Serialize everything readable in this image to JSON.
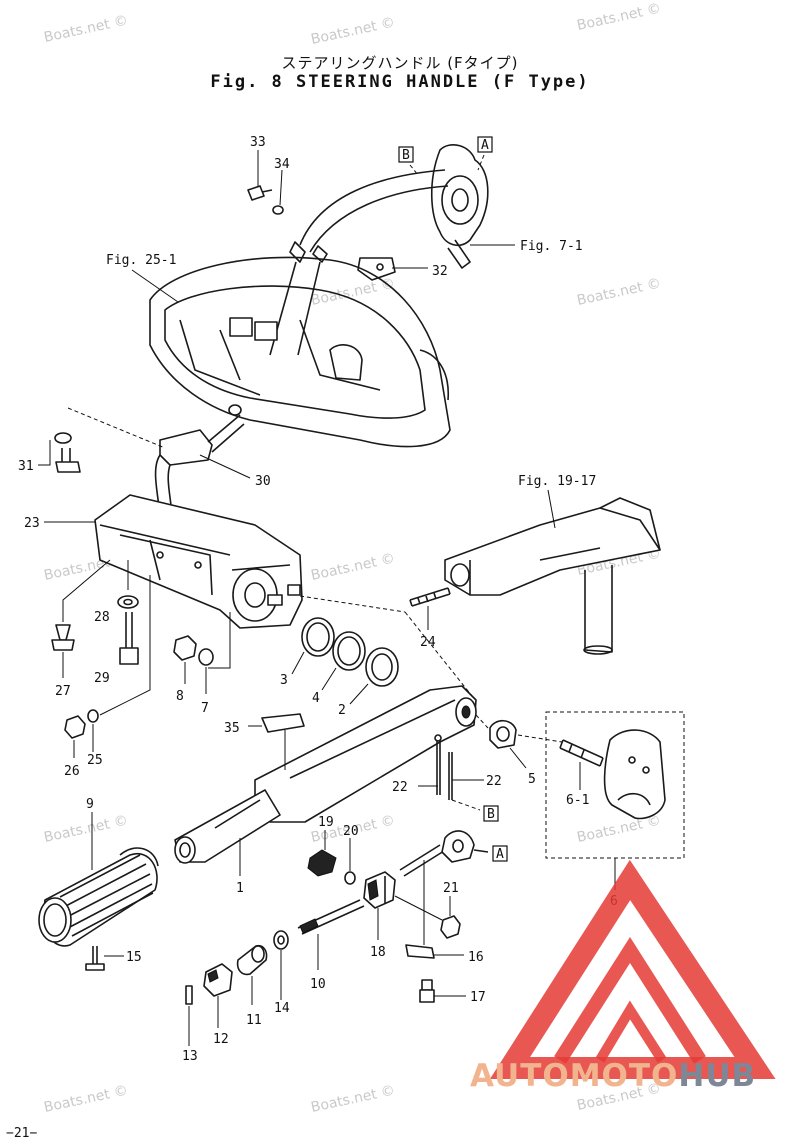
{
  "header": {
    "title_jp": "ステアリングハンドル (Fタイプ)",
    "title_en": "Fig. 8  STEERING HANDLE (F Type)"
  },
  "page_number": "−21−",
  "figure_refs": {
    "fig_25_1": "Fig. 25-1",
    "fig_7_1": "Fig. 7-1",
    "fig_19_17": "Fig. 19-17"
  },
  "reference_boxes": {
    "a_top": "A",
    "b_top": "B",
    "a_bottom": "A",
    "b_bottom": "B"
  },
  "callouts": {
    "p1": "1",
    "p2": "2",
    "p3": "3",
    "p4": "4",
    "p5": "5",
    "p6": "6",
    "p6_1": "6-1",
    "p7": "7",
    "p8": "8",
    "p9": "9",
    "p10": "10",
    "p11": "11",
    "p12": "12",
    "p13": "13",
    "p14": "14",
    "p15": "15",
    "p16": "16",
    "p17": "17",
    "p18": "18",
    "p19": "19",
    "p20": "20",
    "p21": "21",
    "p22a": "22",
    "p22b": "22",
    "p23": "23",
    "p24": "24",
    "p25": "25",
    "p26": "26",
    "p27": "27",
    "p28": "28",
    "p29": "29",
    "p30": "30",
    "p31": "31",
    "p32": "32",
    "p33": "33",
    "p34": "34",
    "p35": "35"
  },
  "watermark": "Boats.net ©",
  "logo": {
    "part1": "AUTOMOTO",
    "part2": "HUB",
    "colors": {
      "accent": "#f2b48f",
      "secondary": "#7d8796",
      "triangle": "#e53935"
    }
  }
}
